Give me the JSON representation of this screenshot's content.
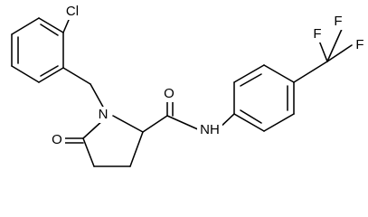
{
  "molecule": {
    "atoms": {
      "cl": "Cl",
      "n_ring": "N",
      "o_lactam": "O",
      "o_amide": "O",
      "nh": "NH",
      "f1": "F",
      "f2": "F",
      "f3": "F"
    }
  }
}
